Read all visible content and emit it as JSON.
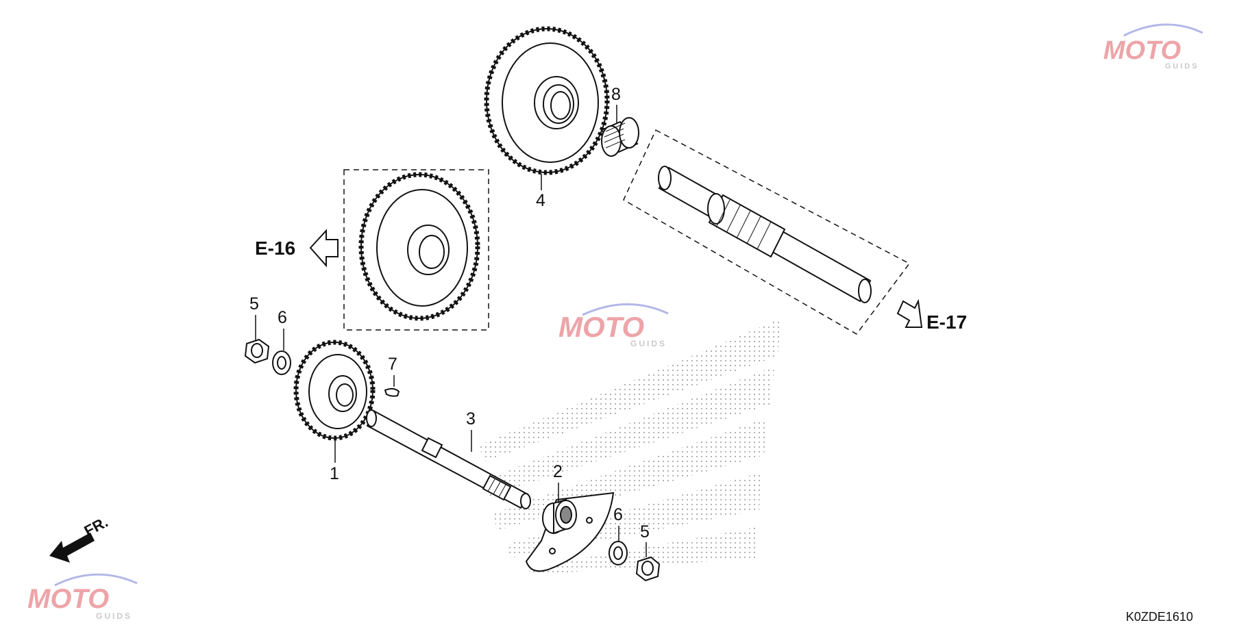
{
  "labels": {
    "p1": "1",
    "p2": "2",
    "p3": "3",
    "p4": "4",
    "p5a": "5",
    "p5b": "5",
    "p6a": "6",
    "p6b": "6",
    "p7": "7",
    "p8": "8"
  },
  "refs": {
    "e16": "E-16",
    "e17": "E-17"
  },
  "direction": "FR.",
  "diagram_code": "K0ZDE1610",
  "watermark": {
    "brand": "MOTO",
    "sub": "GUIDS"
  },
  "colors": {
    "ink": "#111111",
    "watermark_red": "#e8868c",
    "watermark_blue": "#9aa0e0",
    "watermark_gray": "#b7b7b7"
  }
}
